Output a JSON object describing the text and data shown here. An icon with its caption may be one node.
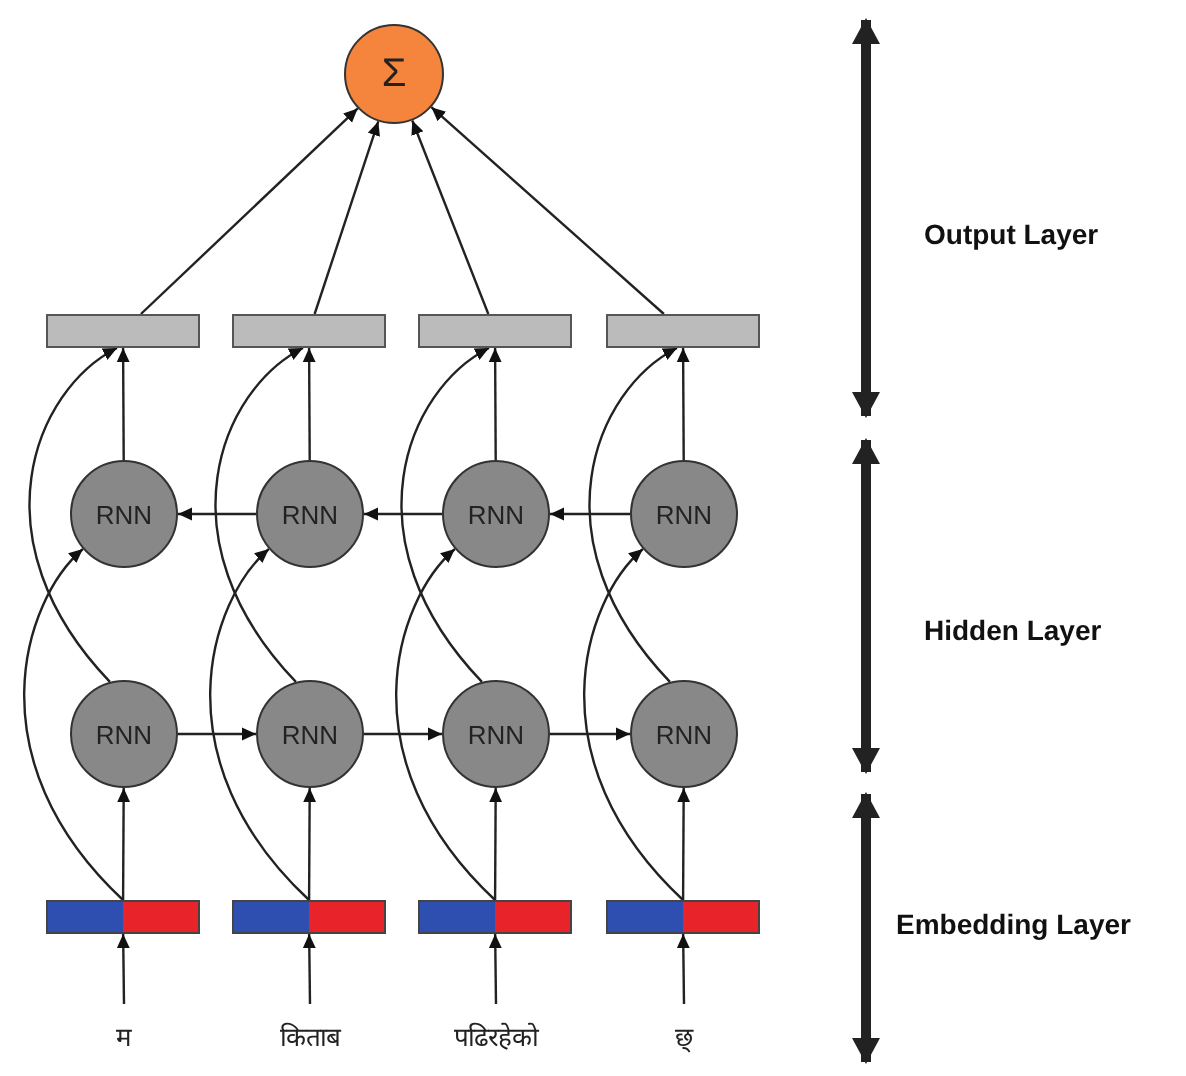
{
  "diagram": {
    "nodes": [
      {
        "text": [
          "Σ"
        ]
      },
      {
        "text": [],
        "shape": "bar"
      },
      {
        "text": [],
        "shape": "bar"
      },
      {
        "text": [],
        "shape": "bar"
      },
      {
        "text": [],
        "shape": "bar"
      },
      {
        "text": [
          "RNN"
        ]
      },
      {
        "text": [
          "RNN"
        ]
      },
      {
        "text": [
          "RNN"
        ]
      },
      {
        "text": [
          "RNN"
        ]
      },
      {
        "text": [
          "RNN"
        ]
      },
      {
        "text": [
          "RNN"
        ]
      },
      {
        "text": [
          "RNN"
        ]
      },
      {
        "text": [
          "RNN"
        ]
      },
      {
        "text": [],
        "shape": "bar"
      },
      {
        "text": [],
        "shape": "bar"
      },
      {
        "text": [],
        "shape": "bar"
      },
      {
        "text": [],
        "shape": "bar"
      },
      {
        "text": [
          "म"
        ]
      },
      {
        "text": [
          "किताब"
        ]
      },
      {
        "text": [
          "पढिरहेको"
        ]
      },
      {
        "text": [
          "छ्"
        ]
      }
    ],
    "edges": [
      {
        "from": 17,
        "to": 13,
        "arrow": "to"
      },
      {
        "from": 18,
        "to": 14,
        "arrow": "to"
      },
      {
        "from": 19,
        "to": 15,
        "arrow": "to"
      },
      {
        "from": 20,
        "to": 16,
        "arrow": "to"
      },
      {
        "from": 13,
        "to": 9,
        "arrow": "to"
      },
      {
        "from": 14,
        "to": 10,
        "arrow": "to"
      },
      {
        "from": 15,
        "to": 11,
        "arrow": "to"
      },
      {
        "from": 16,
        "to": 12,
        "arrow": "to"
      },
      {
        "from": 13,
        "to": 5,
        "arrow": "to"
      },
      {
        "from": 14,
        "to": 6,
        "arrow": "to"
      },
      {
        "from": 15,
        "to": 7,
        "arrow": "to"
      },
      {
        "from": 16,
        "to": 8,
        "arrow": "to"
      },
      {
        "from": 9,
        "to": 10,
        "arrow": "to"
      },
      {
        "from": 10,
        "to": 11,
        "arrow": "to"
      },
      {
        "from": 11,
        "to": 12,
        "arrow": "to"
      },
      {
        "from": 8,
        "to": 7,
        "arrow": "to"
      },
      {
        "from": 7,
        "to": 6,
        "arrow": "to"
      },
      {
        "from": 6,
        "to": 5,
        "arrow": "to"
      },
      {
        "from": 9,
        "to": 1,
        "arrow": "to"
      },
      {
        "from": 10,
        "to": 2,
        "arrow": "to"
      },
      {
        "from": 11,
        "to": 3,
        "arrow": "to"
      },
      {
        "from": 12,
        "to": 4,
        "arrow": "to"
      },
      {
        "from": 5,
        "to": 1,
        "arrow": "to"
      },
      {
        "from": 6,
        "to": 2,
        "arrow": "to"
      },
      {
        "from": 7,
        "to": 3,
        "arrow": "to"
      },
      {
        "from": 8,
        "to": 4,
        "arrow": "to"
      },
      {
        "from": 1,
        "to": 0,
        "arrow": "to"
      },
      {
        "from": 2,
        "to": 0,
        "arrow": "to"
      },
      {
        "from": 3,
        "to": 0,
        "arrow": "to"
      },
      {
        "from": 4,
        "to": 0,
        "arrow": "to"
      }
    ],
    "labels": [
      "Output Layer",
      "Hidden Layer",
      "Embedding Layer"
    ]
  }
}
